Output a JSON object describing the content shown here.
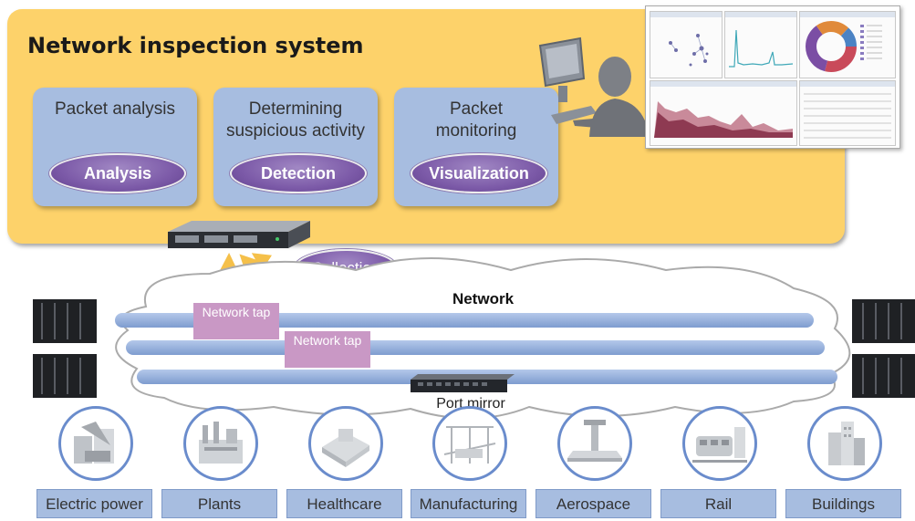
{
  "system": {
    "title": "Network inspection system",
    "functions": [
      {
        "label": "Packet analysis",
        "pill": "Analysis"
      },
      {
        "label": "Determining suspicious activity",
        "pill": "Detection"
      },
      {
        "label": "Packet monitoring",
        "pill": "Visualization"
      }
    ]
  },
  "collection_label": "Collection",
  "network": {
    "title": "Network",
    "taps": [
      "Network tap",
      "Network tap"
    ],
    "port_mirror_label": "Port mirror"
  },
  "sectors": [
    "Electric power",
    "Plants",
    "Healthcare",
    "Manufacturing",
    "Aerospace",
    "Rail",
    "Buildings"
  ],
  "colors": {
    "panel": "#fdd26a",
    "function_box": "#a7bde0",
    "pill": "#7c5aa8",
    "tap": "#c998c5",
    "network_line": "#8eabd8",
    "collection_arrow": "#f5c04a"
  }
}
